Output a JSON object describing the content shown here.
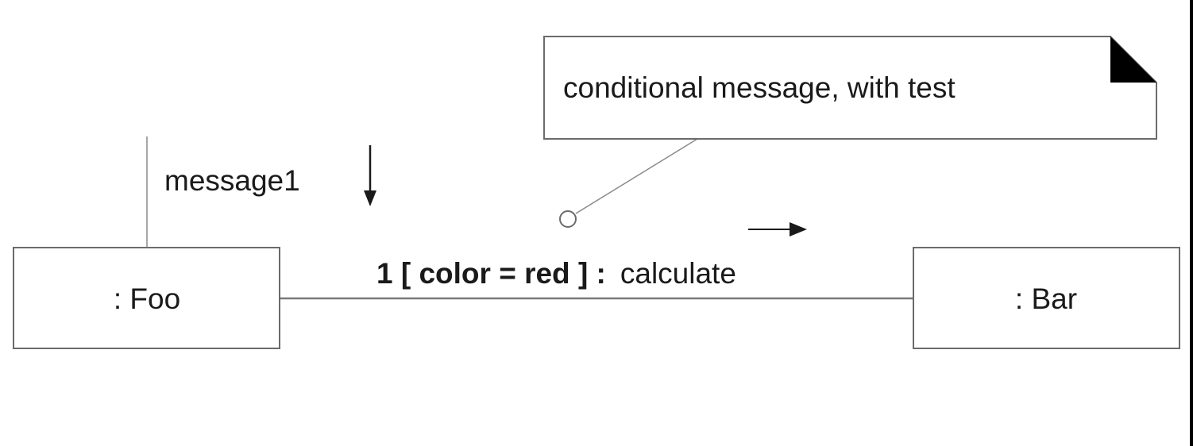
{
  "diagram": {
    "objects": [
      {
        "label": ": Foo"
      },
      {
        "label": ": Bar"
      }
    ],
    "annotation": {
      "message1_label": "message1"
    },
    "link_message": {
      "prefix": "1 [ color = red ] :",
      "operation": "calculate"
    },
    "note": {
      "text": "conditional message, with test"
    }
  }
}
